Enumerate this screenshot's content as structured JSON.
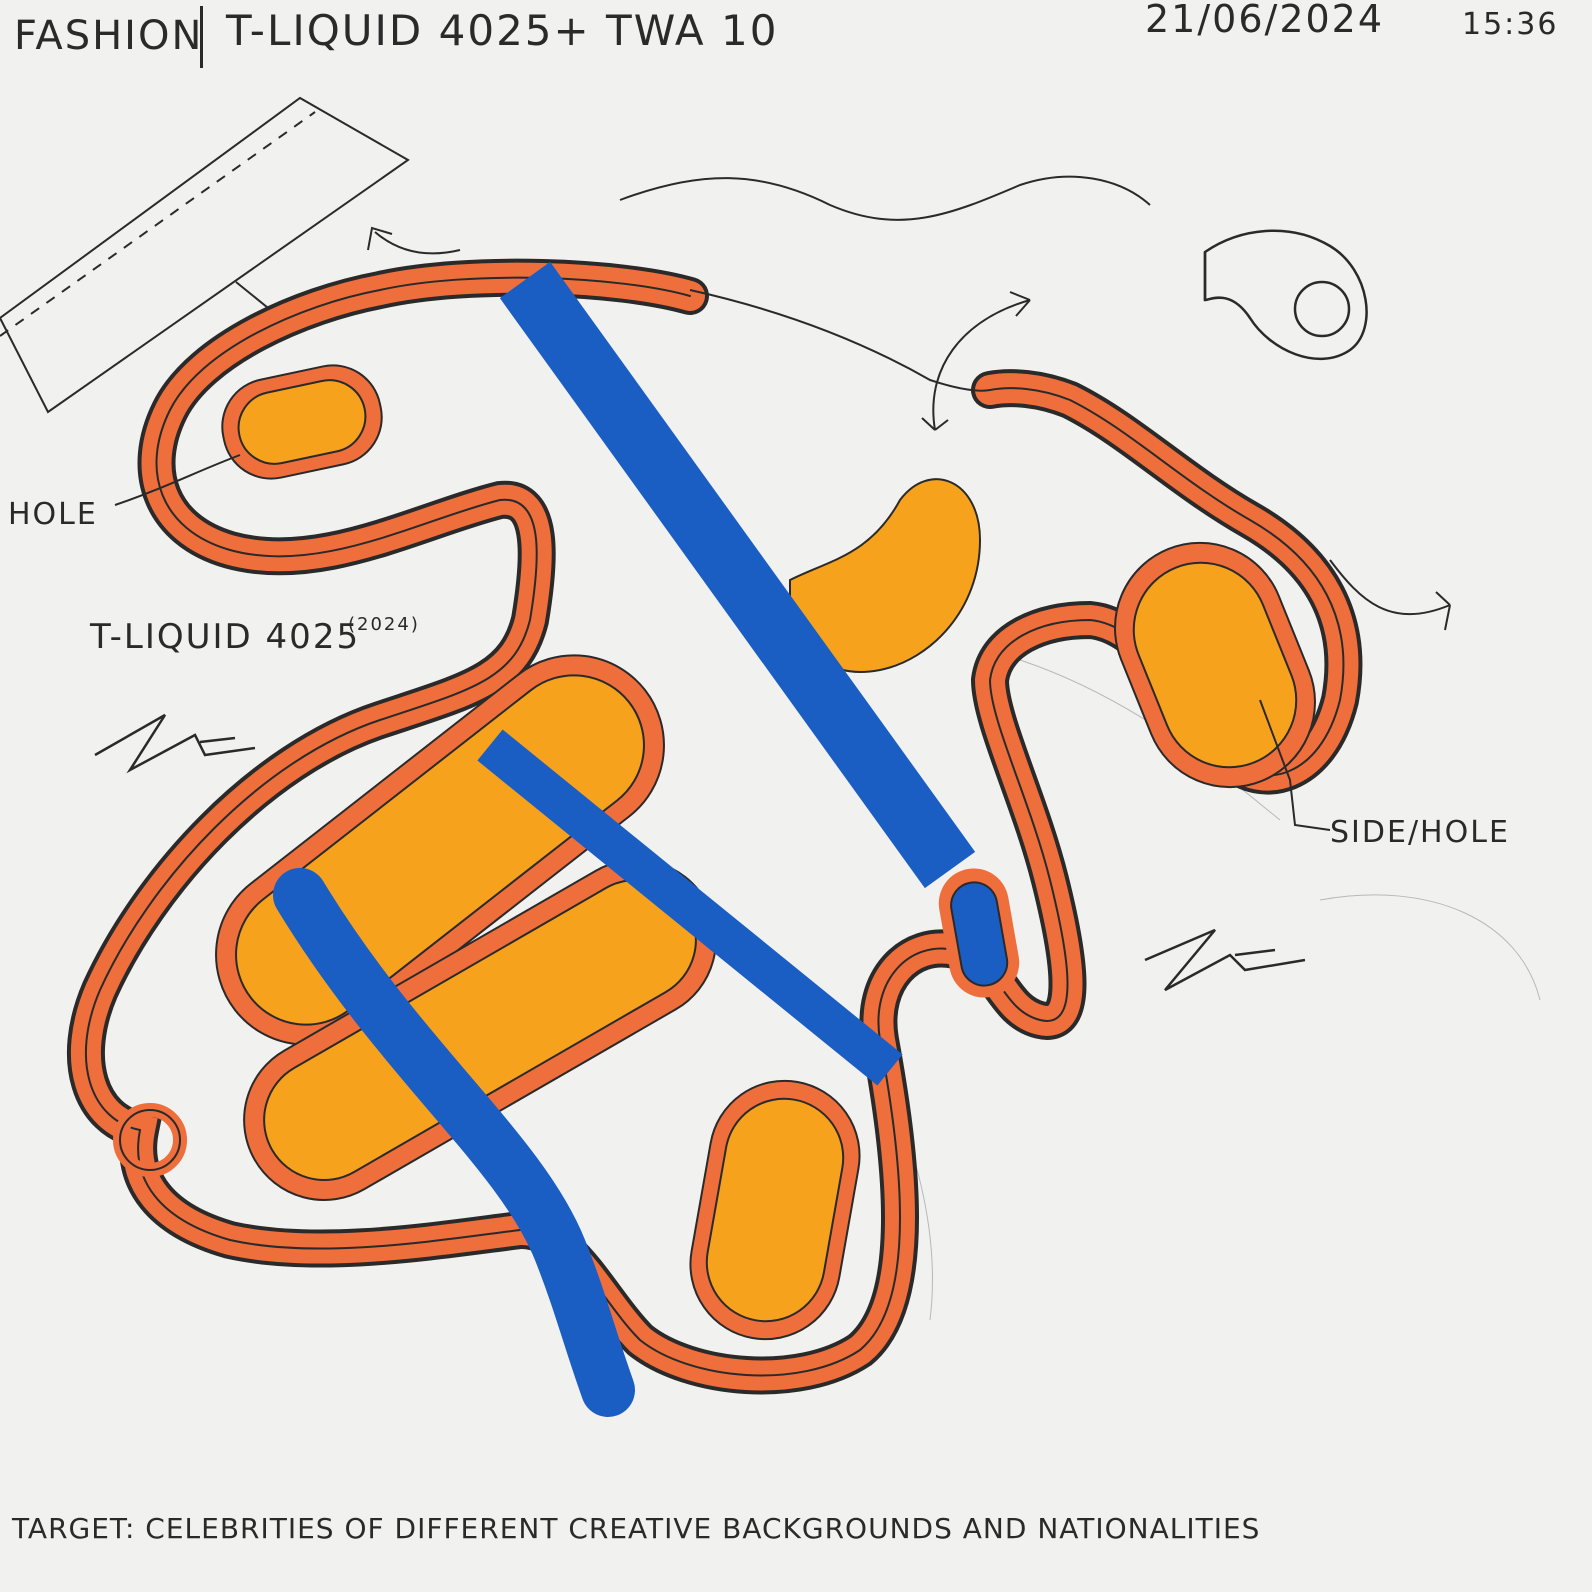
{
  "header": {
    "category": "FASHION",
    "model": "T-LIQUID 4025+ TWA 10",
    "date": "21/06/2024",
    "time": "15:36"
  },
  "labels": {
    "hole": "HOLE",
    "model_name": "T-LIQUID 4025",
    "model_year": "(2024)",
    "side_hole": "SIDE/HOLE"
  },
  "footer": {
    "target": "TARGET: CELEBRITIES OF DIFFERENT CREATIVE BACKGROUNDS AND NATIONALITIES"
  },
  "colors": {
    "paper": "#f1f1ef",
    "ink": "#2a2a2a",
    "outline_orange": "#ee6e3c",
    "fill_orange": "#f7a21d",
    "blue": "#1a5ec4"
  },
  "icons": [
    "strap-sketch",
    "curved-arrow-icon",
    "wave-line",
    "clasp-sketch",
    "signature"
  ]
}
